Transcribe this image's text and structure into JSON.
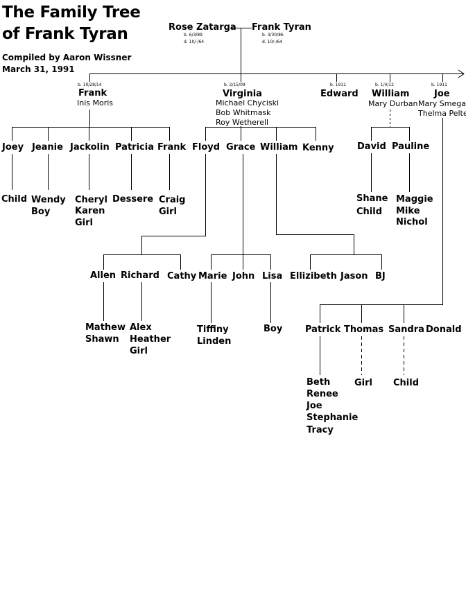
{
  "header": {
    "title_line1": "The Family Tree",
    "title_line2": "of Frank Tyran",
    "compiled_by": "Compiled by Aaron Wissner",
    "compiled_date": "March 31, 1991"
  },
  "root": {
    "wife": "Rose Zatarga",
    "wife_birth": "b. 6/3/89",
    "wife_death": "d. 10/-/64",
    "husband": "Frank Tyran",
    "husband_birth": "b. 3/30/86",
    "husband_death": "d. 10/-/64"
  },
  "gen1": {
    "frank": {
      "date": "b. 10/28/14",
      "name": "Frank",
      "spouse": "Inis Moris"
    },
    "virginia": {
      "date": "b. 2/15/09",
      "name": "Virginia",
      "spouses": [
        "Michael Chyciski",
        "Bob Whitmask",
        "Roy Wetherell"
      ]
    },
    "edward": {
      "date": "b. 1911",
      "name": "Edward"
    },
    "william": {
      "date": "b. 1/4/12",
      "name": "William",
      "spouse": "Mary Durban"
    },
    "joe": {
      "date": "b. 1911",
      "name": "Joe",
      "spouses": [
        "Mary Smegakl",
        "Thelma Pelter"
      ]
    }
  },
  "frank_children": [
    "Joey",
    "Jeanie",
    "Jackolin",
    "Patricia",
    "Frank"
  ],
  "frank_grandchildren": {
    "joey": [
      "Child"
    ],
    "jeanie": [
      "Wendy",
      "Boy"
    ],
    "jackolin": [
      "Cheryl",
      "Karen",
      "Girl"
    ],
    "patricia": [
      "Dessere"
    ],
    "frank": [
      "Craig",
      "Girl"
    ]
  },
  "virginia_children": [
    "Floyd",
    "Grace",
    "William",
    "Kenny"
  ],
  "floyd_children": [
    "Allen",
    "Richard",
    "Cathy"
  ],
  "grace_children": [
    "Marie",
    "John",
    "Lisa"
  ],
  "william_v_children": [
    "Ellizibeth",
    "Jason",
    "BJ"
  ],
  "floyd_grandchildren": {
    "allen": [
      "Mathew",
      "Shawn"
    ],
    "richard": [
      "Alex",
      "Heather",
      "Girl"
    ]
  },
  "grace_grandchildren": {
    "marie": [
      "Tiffiny",
      "Linden"
    ],
    "lisa": [
      "Boy"
    ]
  },
  "william_children": [
    "David",
    "Pauline"
  ],
  "william_grandchildren": {
    "david": [
      "Shane",
      "Child"
    ],
    "pauline": [
      "Maggie",
      "Mike",
      "Nichol"
    ]
  },
  "joe_children": [
    "Patrick",
    "Thomas",
    "Sandra",
    "Donald"
  ],
  "joe_grandchildren": {
    "patrick": [
      "Beth",
      "Renee",
      "Joe",
      "Stephanie",
      "Tracy"
    ],
    "thomas": [
      "Girl"
    ],
    "sandra": [
      "Child"
    ]
  }
}
